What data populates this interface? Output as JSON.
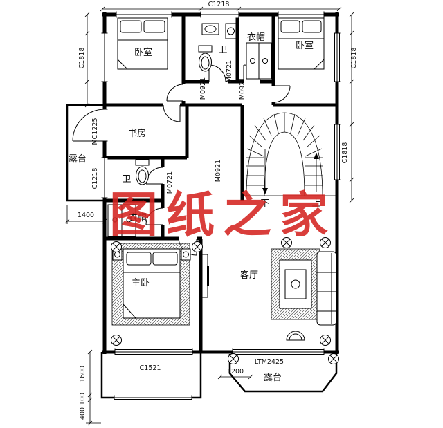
{
  "watermark": "图纸之家",
  "rooms": {
    "bedroom1": "卧室",
    "bath1": "卫",
    "cloak1": "衣帽",
    "bedroom2": "卧室",
    "study": "书房",
    "terrace_left": "露台",
    "bath2": "卫",
    "cloak2": "衣帽",
    "master": "主卧",
    "living": "客厅",
    "terrace_bottom": "露台"
  },
  "stairs": {
    "down": "下",
    "up": "上"
  },
  "dims": {
    "c1218_top": "C1218",
    "c1818_left": "C1818",
    "c1818_right_top": "C1818",
    "c1818_right_mid": "C1818",
    "mc1225": "MC1225",
    "c1218_left": "C1218",
    "m0921_a": "M0921",
    "m0721_a": "M0721",
    "m0921_b": "M0921",
    "m0721_b": "M0721",
    "m0921_c": "M0921",
    "d1400": "1400",
    "c1521": "C1521",
    "ltm2425": "LTM2425",
    "d1600": "1600",
    "d100": "100",
    "d400": "400",
    "d1200": "1200"
  }
}
